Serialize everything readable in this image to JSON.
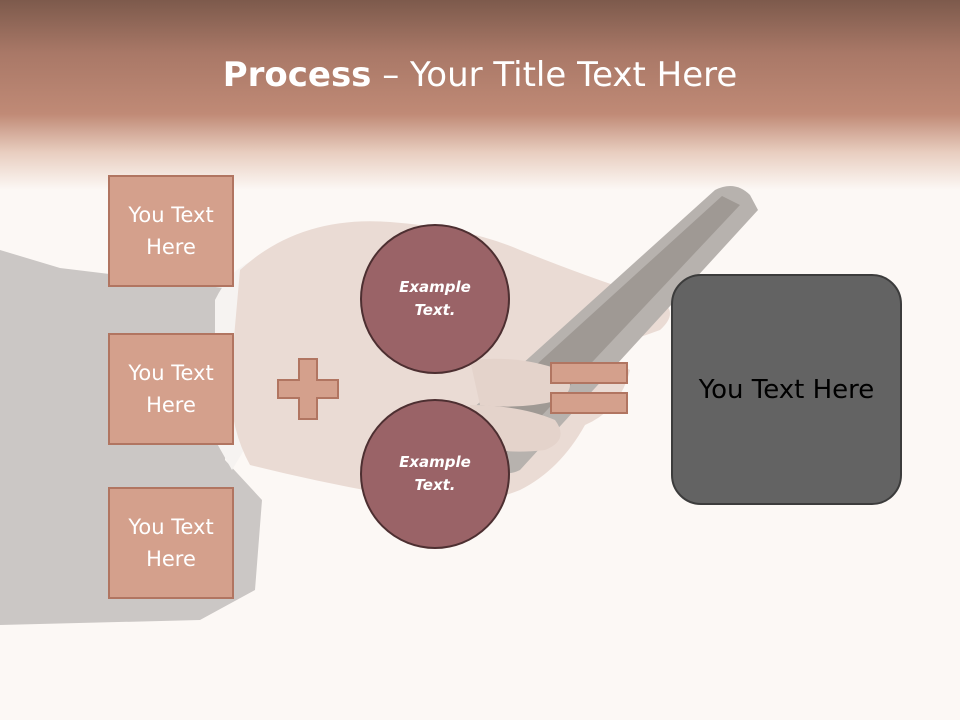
{
  "title": {
    "bold": "Process",
    "rest": " – Your Title Text Here"
  },
  "left_boxes": [
    {
      "label": "You Text Here"
    },
    {
      "label": "You Text Here"
    },
    {
      "label": "You Text Here"
    }
  ],
  "circles": [
    {
      "label": "Example Text."
    },
    {
      "label": "Example Text."
    }
  ],
  "result": {
    "label": "You Text Here"
  },
  "colors": {
    "header": "#a97867",
    "box_fill": "#d4a08c",
    "circle_fill": "#9a6367",
    "result_fill": "#636363",
    "background": "#fcf8f5"
  }
}
